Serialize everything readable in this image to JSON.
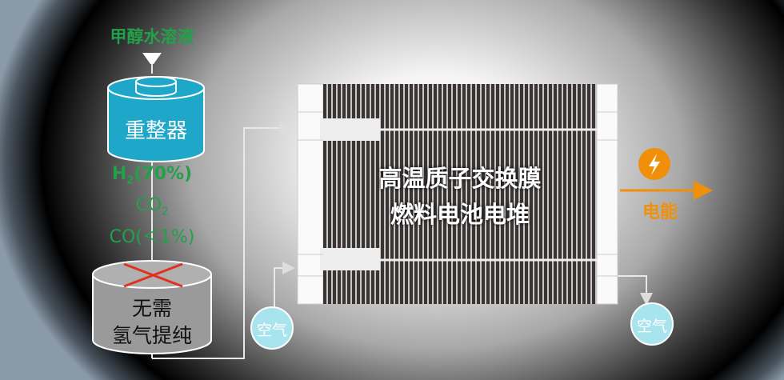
{
  "input_label": "甲醇水溶液",
  "reformer_label": "重整器",
  "gas": {
    "h2_prefix": "H",
    "h2_sub": "2",
    "h2_suffix": "(70%)",
    "co2_prefix": "CO",
    "co2_sub": "2",
    "co": "CO(＜1%)"
  },
  "purifier_label_1": "无需",
  "purifier_label_2": "氢气提纯",
  "stack_label_1": "高温质子交换膜",
  "stack_label_2": "燃料电池电堆",
  "air_in": "空气",
  "air_out": "空气",
  "power_label": "电能",
  "colors": {
    "green": "#22a04a",
    "cyan": "#1ea7c9",
    "orange": "#f0900a",
    "red": "#e0301e"
  }
}
